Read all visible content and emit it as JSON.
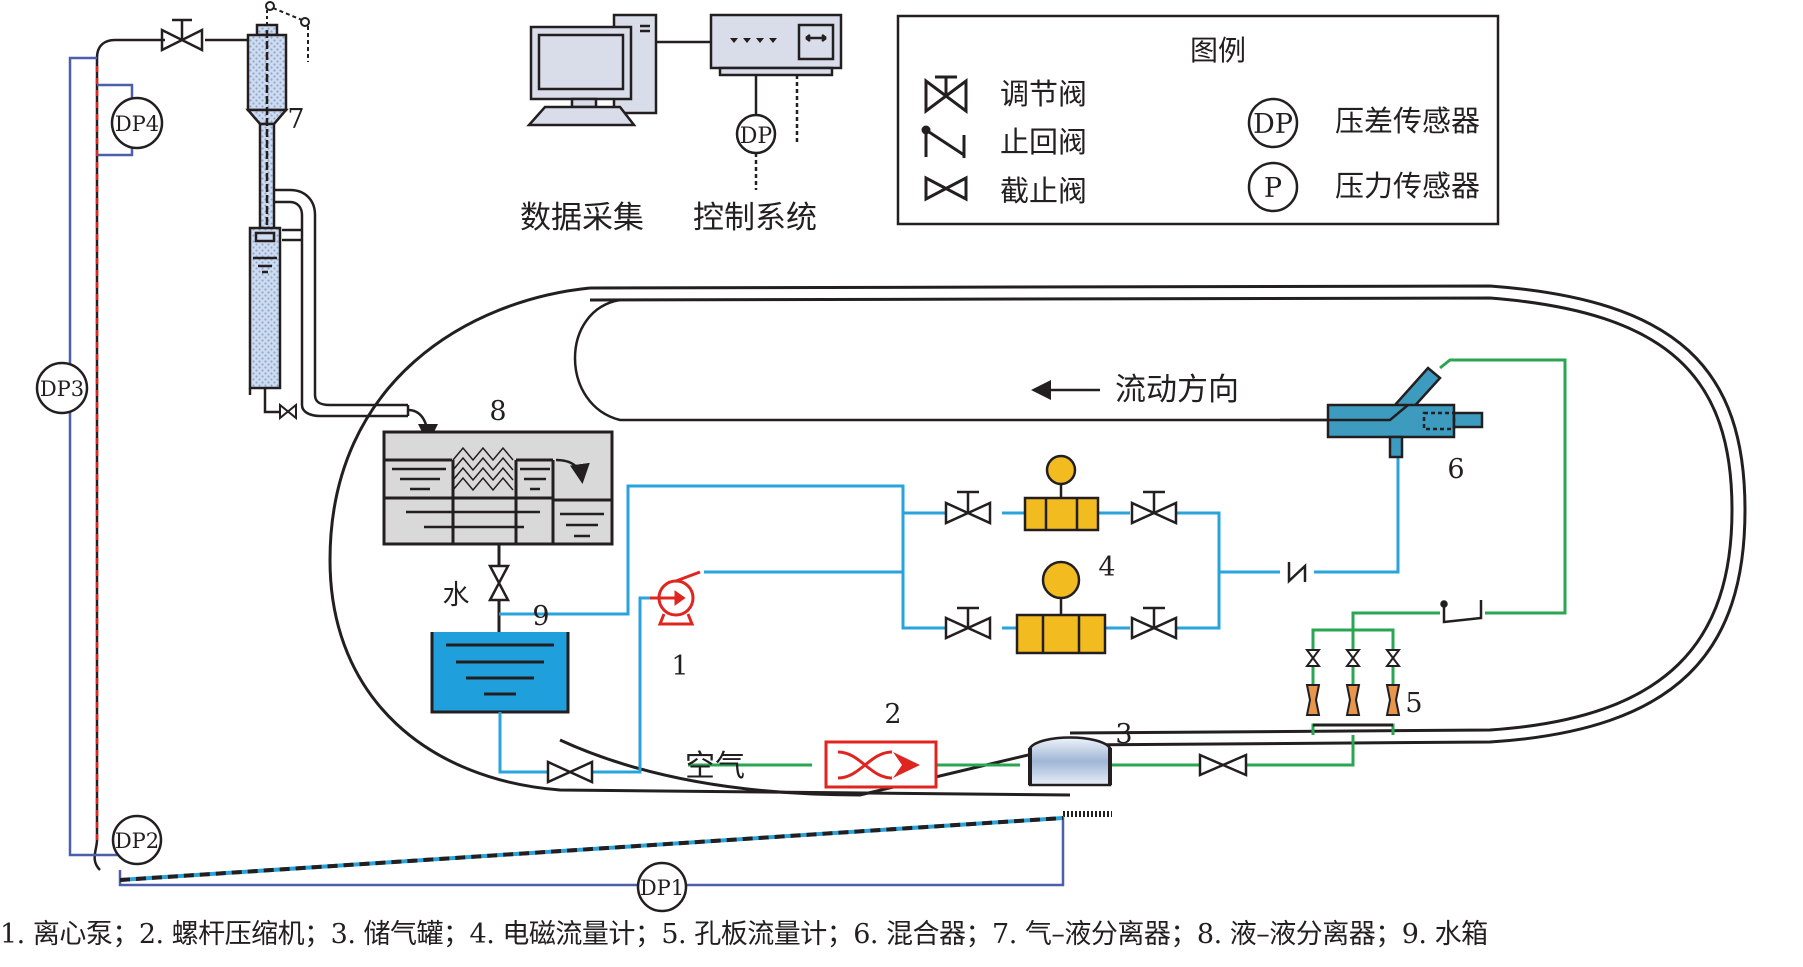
{
  "legend": {
    "title": "图例",
    "items": [
      {
        "icon": "regulating-valve-icon",
        "label": "调节阀"
      },
      {
        "icon": "check-valve-icon",
        "label": "止回阀"
      },
      {
        "icon": "shutoff-valve-icon",
        "label": "截止阀"
      },
      {
        "icon": "dp-sensor-icon",
        "symbol": "DP",
        "label": "压差传感器"
      },
      {
        "icon": "pressure-sensor-icon",
        "symbol": "P",
        "label": "压力传感器"
      }
    ]
  },
  "top": {
    "data_acquisition": "数据采集",
    "control_system": "控制系统",
    "dp_symbol": "DP"
  },
  "flow_direction": "流动方向",
  "fluids": {
    "water": "水",
    "air": "空气"
  },
  "sensors": {
    "dp1": "DP1",
    "dp2": "DP2",
    "dp3": "DP3",
    "dp4": "DP4"
  },
  "component_numbers": {
    "n1": "1",
    "n2": "2",
    "n3": "3",
    "n4": "4",
    "n5": "5",
    "n6": "6",
    "n7": "7",
    "n8": "8",
    "n9": "9"
  },
  "caption": "1. 离心泵；2. 螺杆压缩机；3. 储气罐；4. 电磁流量计；5. 孔板流量计；6. 混合器；7. 气–液分离器；8. 液–液分离器；9. 水箱",
  "colors": {
    "water_line": "#29a3dc",
    "air_line": "#2aa653",
    "sensor_line": "#4c5faa",
    "pump": "#e02420",
    "flowmeter": "#f2bb1f",
    "tank_water": "#1fa0dc",
    "mixer": "#3d9bbf",
    "orifice": "#e8964a",
    "separator_gray": "#d9d9d9",
    "outline": "#231f20"
  }
}
